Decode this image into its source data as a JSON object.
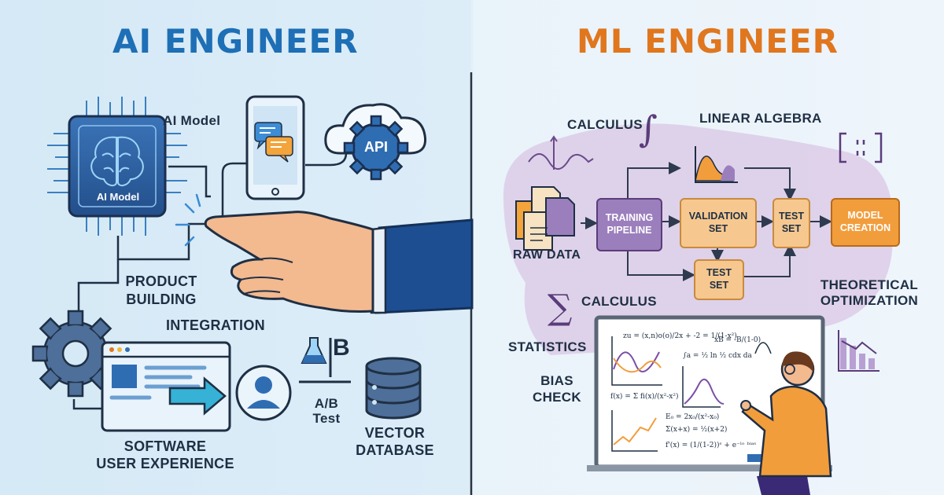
{
  "left": {
    "title": "AI ENGINEER",
    "labels": {
      "ai_model_top": "AI Model",
      "ai_model_chip": "AI Model",
      "api": "API",
      "product_building": "PRODUCT\nBUILDING",
      "integration": "INTEGRATION",
      "ab_test": "A/B\nTest",
      "ab_glyph": "B",
      "software_ux": "SOFTWARE\nUSER EXPERIENCE",
      "vector_db": "VECTOR\nDATABASE"
    }
  },
  "right": {
    "title": "ML ENGINEER",
    "labels": {
      "calculus_top": "CALCULUS",
      "linear_algebra": "LINEAR ALGEBRA",
      "raw_data": "RAW DATA",
      "calculus_bottom": "CALCULUS",
      "theoretical_optimization": "THEORETICAL\nOPTIMIZATION",
      "statistics": "STATISTICS",
      "bias_check": "BIAS\nCHECK"
    },
    "pipeline": {
      "training": "TRAINING\nPIPELINE",
      "validation": "VALIDATION\nSET",
      "test_right": "TEST\nSET",
      "test_below": "TEST\nSET",
      "model_creation": "MODEL\nCREATION"
    },
    "board": {
      "eq1": "zu = (x,n)o(o)/2x + -2 = 1/(1-x²)",
      "eq2": "∫a = ½ ln ½ cdx da",
      "eq3": "f(x) = Σ fi(x)/(x²-x²)",
      "eq4": "E₀ = 2x₀/(x²-x₀)",
      "eq5": "Σ(x+x) = ½(x+2)",
      "eq6": "f'(x) = (1/(1-2))ˢ + e⁻ˡᵒ ᵇⁱᵃˢ",
      "eq7": "xB = -B/(1-0)"
    }
  },
  "colors": {
    "ai_title": "#1e6fb5",
    "ml_title": "#e0761e",
    "dark_text": "#1f2f44",
    "chip_blue": "#2b5c9e",
    "purple_blob": "#d7c5e2",
    "purple_box": "#9b7fbd",
    "orange_box": "#f6c88f",
    "model_box": "#f29d3c"
  }
}
